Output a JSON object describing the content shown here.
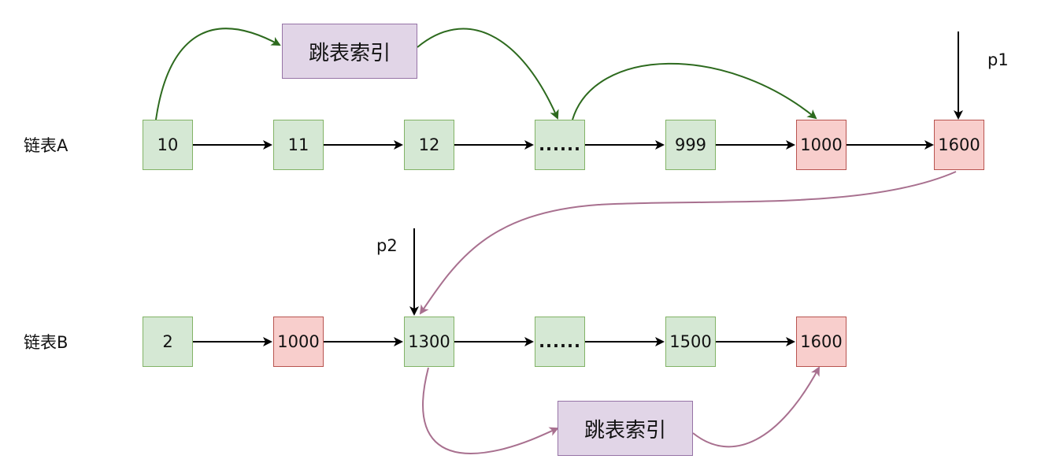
{
  "list_a": {
    "label": "链表A",
    "nodes": [
      "10",
      "11",
      "12",
      "......",
      "999",
      "1000",
      "1600"
    ]
  },
  "list_b": {
    "label": "链表B",
    "nodes": [
      "2",
      "1000",
      "1300",
      "......",
      "1500",
      "1600"
    ]
  },
  "skip_index_top": {
    "label": "跳表索引"
  },
  "skip_index_bottom": {
    "label": "跳表索引"
  },
  "pointers": {
    "p1": "p1",
    "p2": "p2"
  },
  "colors": {
    "node_fill": "#d5e8d4",
    "node_border": "#82b366",
    "match_fill": "#f8cecc",
    "match_border": "#b85450",
    "index_fill": "#e1d5e7",
    "index_border": "#9673a6",
    "arrow": "#000000",
    "index_arrow_a": "#2d6a1e",
    "index_arrow_b": "#a8708f"
  }
}
